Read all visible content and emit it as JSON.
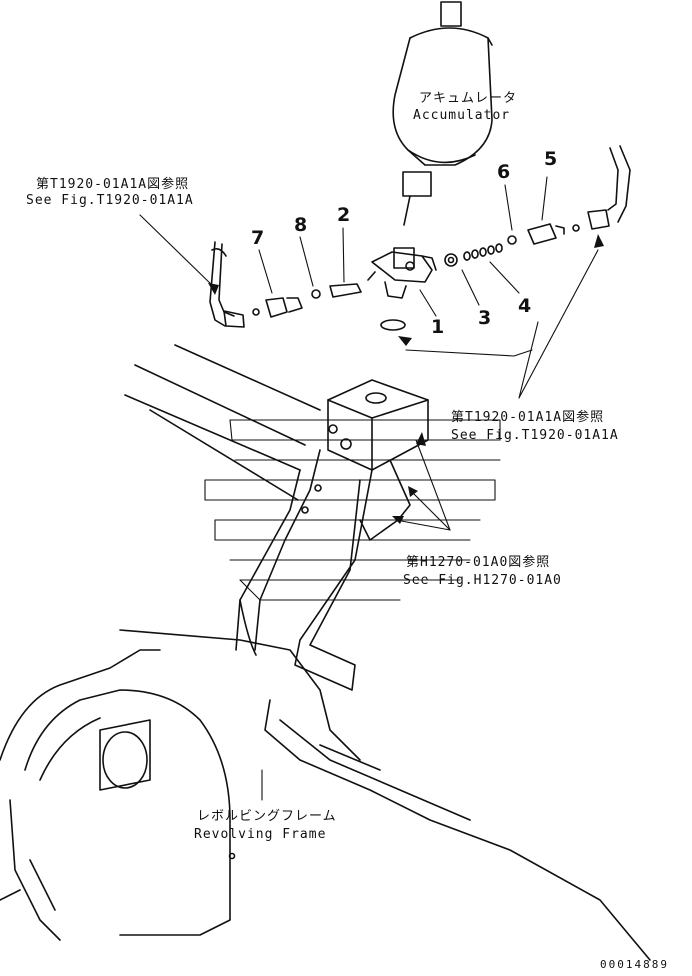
{
  "accumulator": {
    "jp": "アキュムレータ",
    "en": "Accumulator"
  },
  "ref_left": {
    "jp": "第T1920-01A1A図参照",
    "en": "See Fig.T1920-01A1A"
  },
  "ref_right": {
    "jp": "第T1920-01A1A図参照",
    "en": "See Fig.T1920-01A1A"
  },
  "ref_bracket": {
    "jp": "第H1270-01A0図参照",
    "en": "See Fig.H1270-01A0"
  },
  "frame": {
    "jp": "レボルビングフレーム",
    "en": "Revolving Frame"
  },
  "callouts": [
    "1",
    "2",
    "3",
    "4",
    "5",
    "6",
    "7",
    "8"
  ],
  "drawing_id": "00014889"
}
